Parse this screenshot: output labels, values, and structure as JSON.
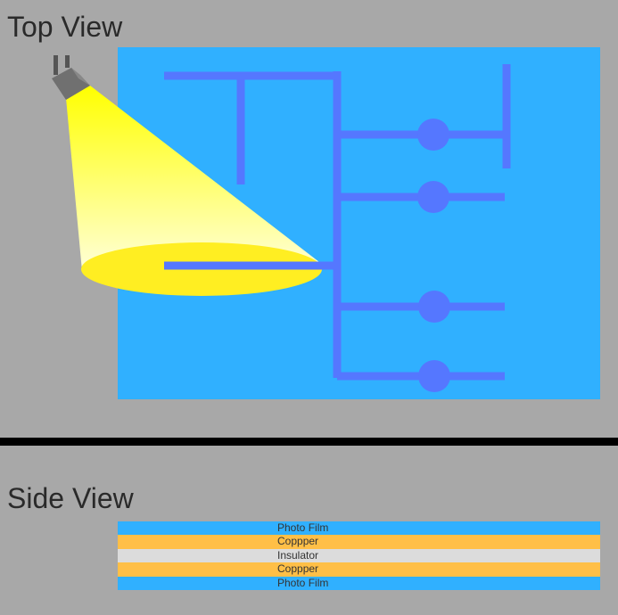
{
  "top_view": {
    "title": "Top View",
    "board_color": "#30b0ff",
    "trace_color": "#5577ff",
    "light_color": "#ffff00",
    "icons": [
      "spotlight-icon"
    ]
  },
  "side_view": {
    "title": "Side View",
    "layers": [
      {
        "label": "Photo Film",
        "color": "#30b0ff"
      },
      {
        "label": "Coppper",
        "color": "#ffbf47"
      },
      {
        "label": "Insulator",
        "color": "#dcdcdc"
      },
      {
        "label": "Coppper",
        "color": "#ffbf47"
      },
      {
        "label": "Photo Film",
        "color": "#30b0ff"
      }
    ]
  }
}
